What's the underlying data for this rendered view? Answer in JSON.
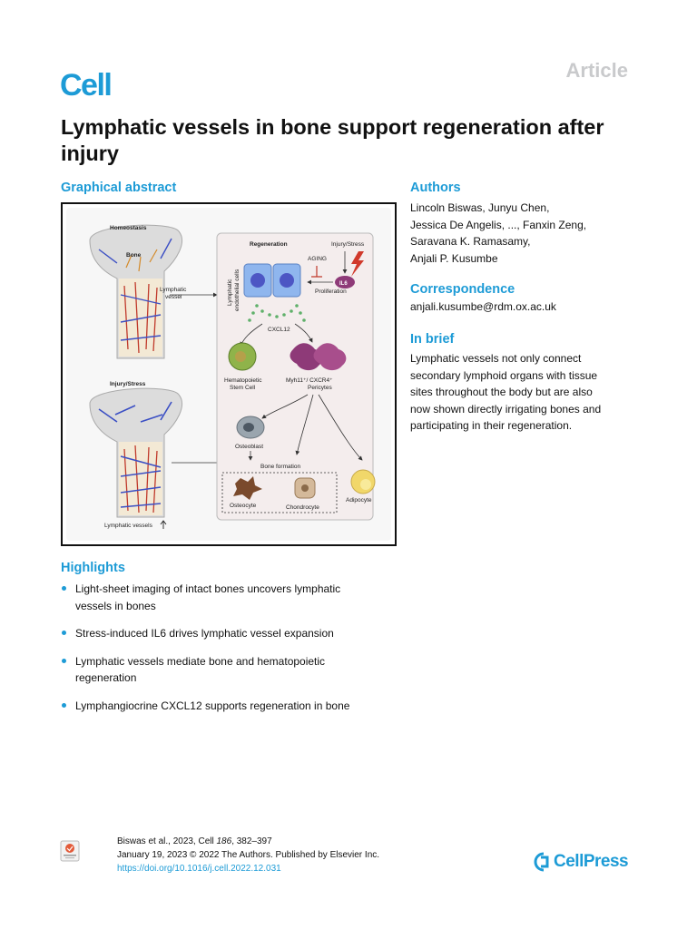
{
  "header": {
    "journal": "Cell",
    "article_type": "Article"
  },
  "title": "Lymphatic vessels in bone support regeneration after injury",
  "graphical_abstract": {
    "heading": "Graphical abstract",
    "labels": {
      "homeostasis": "Homeostasis",
      "bone": "Bone",
      "lymphatic_vessel_1": "Lymphatic",
      "lymphatic_vessel_2": "vessel",
      "injury_stress_left": "Injury/Stress",
      "lymphatic_vessels_up": "Lymphatic vessels",
      "regeneration": "Regeneration",
      "aging": "AGING",
      "injury_stress_right": "Injury/Stress",
      "lec_1": "Lymphatic",
      "lec_2": "endothelial cells",
      "il6": "IL6",
      "proliferation": "Proliferation",
      "cxcl12": "CXCL12",
      "hsc_1": "Hematopoietic",
      "hsc_2": "Stem Cell",
      "pericyte_1": "Myh11⁺/ CXCR4⁺",
      "pericyte_2": "Pericytes",
      "osteoblast": "Osteoblast",
      "bone_formation": "Bone formation",
      "osteocyte": "Osteocyte",
      "chondrocyte": "Chondrocyte",
      "adipocyte": "Adipocyte"
    }
  },
  "authors": {
    "heading": "Authors",
    "lines": [
      "Lincoln Biswas, Junyu Chen,",
      "Jessica De Angelis, ..., Fanxin Zeng,",
      "Saravana K. Ramasamy,",
      "Anjali P. Kusumbe"
    ]
  },
  "correspondence": {
    "heading": "Correspondence",
    "email": "anjali.kusumbe@rdm.ox.ac.uk"
  },
  "in_brief": {
    "heading": "In brief",
    "lines": [
      "Lymphatic vessels not only connect",
      "secondary lymphoid organs with tissue",
      "sites throughout the body but are also",
      "now shown directly irrigating bones and",
      "participating in their regeneration."
    ]
  },
  "highlights": {
    "heading": "Highlights",
    "items": [
      [
        "Light-sheet imaging of intact bones uncovers lymphatic",
        "vessels in bones"
      ],
      [
        "Stress-induced IL6 drives lymphatic vessel expansion"
      ],
      [
        "Lymphatic vessels mediate bone and hematopoietic",
        "regeneration"
      ],
      [
        "Lymphangiocrine CXCL12 supports regeneration in bone"
      ]
    ]
  },
  "citation": {
    "line1_prefix": "Biswas et al., 2023, Cell ",
    "volume": "186",
    "line1_suffix": ", 382–397",
    "line2": "January 19, 2023 © 2022 The Authors. Published by Elsevier Inc.",
    "doi": "https://doi.org/10.1016/j.cell.2022.12.031"
  },
  "publisher": "CellPress",
  "colors": {
    "brand_blue": "#1d9bd6",
    "lymphatic_blue": "#3b4fc4",
    "vessel_red": "#c0392b",
    "pericyte_purple": "#8e3a78"
  },
  "icons": {
    "updates_badge": "check-for-updates-icon",
    "publisher_logo": "cellpress-logo-icon"
  }
}
